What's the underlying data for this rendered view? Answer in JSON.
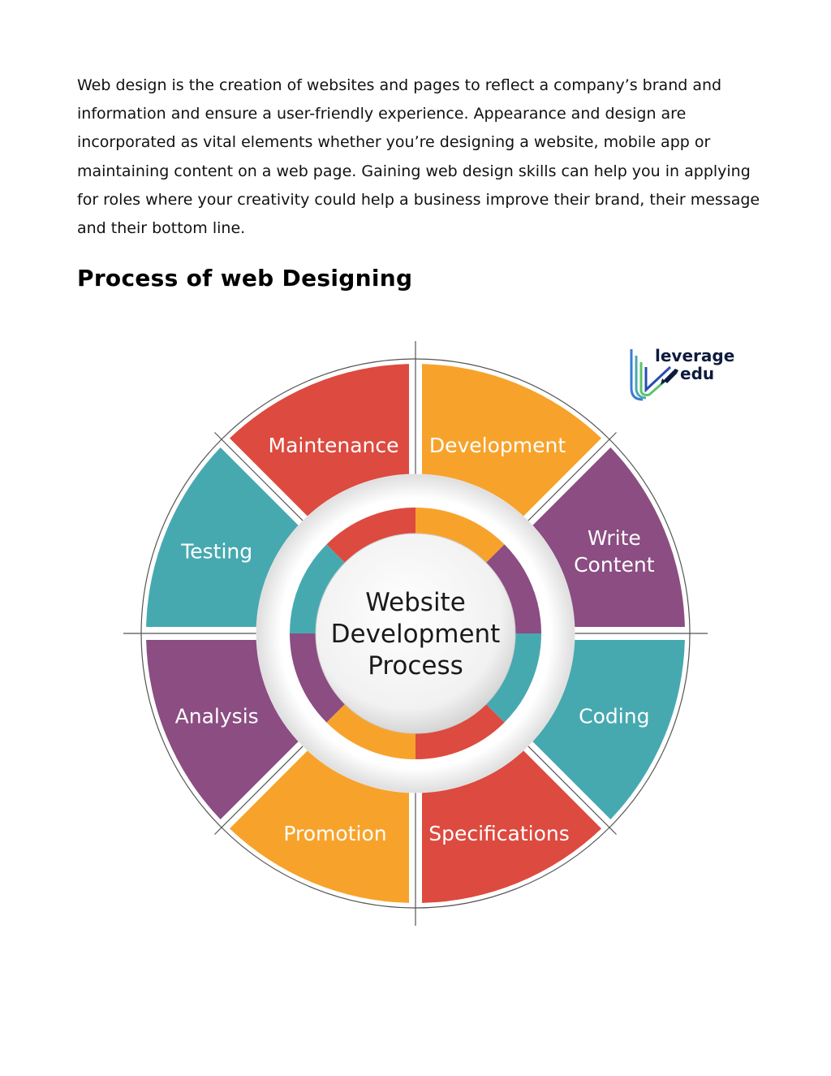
{
  "intro_text": "Web design is the creation of websites and pages to reflect a company’s brand and information and ensure a user-friendly experience. Appearance and design are incorporated as vital elements whether you’re designing a website, mobile app or maintaining content on a web page. Gaining web design skills can help you in applying for roles where your creativity could help a business improve their brand, their message and their bottom line.",
  "heading": "Process of web Designing",
  "diagram": {
    "center_lines": [
      "Website",
      "Development",
      "Process"
    ],
    "segments": [
      {
        "lines": [
          "Development"
        ],
        "color": "#f7a32b"
      },
      {
        "lines": [
          "Write",
          "Content"
        ],
        "color": "#8b4d82"
      },
      {
        "lines": [
          "Coding"
        ],
        "color": "#47a9b0"
      },
      {
        "lines": [
          "Specifications"
        ],
        "color": "#dd4a3f"
      },
      {
        "lines": [
          "Promotion"
        ],
        "color": "#f7a32b"
      },
      {
        "lines": [
          "Analysis"
        ],
        "color": "#8b4d82"
      },
      {
        "lines": [
          "Testing"
        ],
        "color": "#47a9b0"
      },
      {
        "lines": [
          "Maintenance"
        ],
        "color": "#dd4a3f"
      }
    ]
  },
  "logo": {
    "line1": "leverage",
    "line2": "edu"
  }
}
